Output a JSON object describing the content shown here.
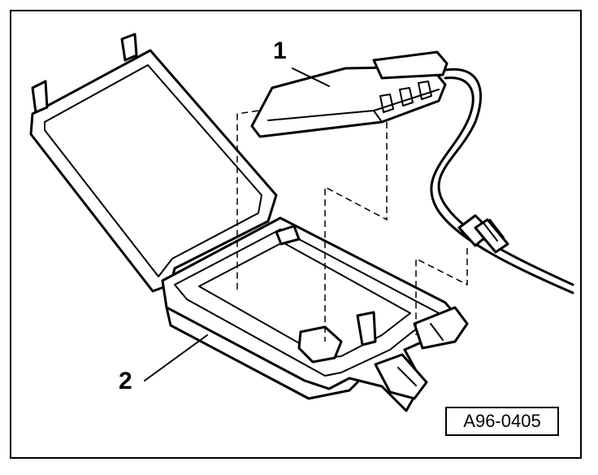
{
  "diagram": {
    "callouts": [
      {
        "label": "1",
        "part": "control-unit"
      },
      {
        "label": "2",
        "part": "housing"
      }
    ],
    "figure_id": "A96-0405"
  }
}
